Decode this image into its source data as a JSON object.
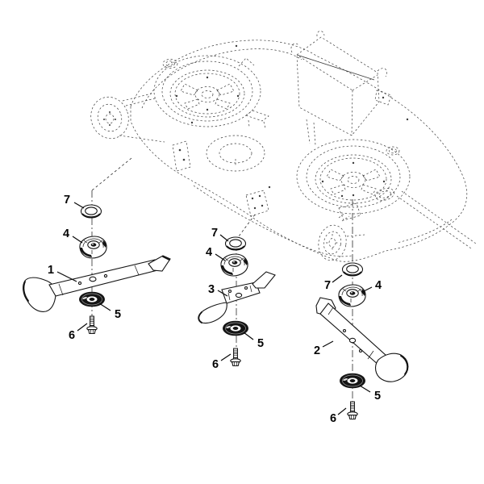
{
  "figure": {
    "background_color": "#ffffff",
    "part_line_color": "#141414",
    "deck_line_color": "#3d3d3d",
    "callout_text_color": "#050505"
  },
  "callouts": [
    {
      "id": "left-7",
      "label": "7"
    },
    {
      "id": "left-4",
      "label": "4"
    },
    {
      "id": "left-1",
      "label": "1"
    },
    {
      "id": "left-5",
      "label": "5"
    },
    {
      "id": "left-6",
      "label": "6"
    },
    {
      "id": "middle-7",
      "label": "7"
    },
    {
      "id": "middle-4",
      "label": "4"
    },
    {
      "id": "middle-3",
      "label": "3"
    },
    {
      "id": "middle-5",
      "label": "5"
    },
    {
      "id": "middle-6",
      "label": "6"
    },
    {
      "id": "right-7",
      "label": "7"
    },
    {
      "id": "right-4",
      "label": "4"
    },
    {
      "id": "right-2",
      "label": "2"
    },
    {
      "id": "right-5",
      "label": "5"
    },
    {
      "id": "right-6",
      "label": "6"
    }
  ]
}
